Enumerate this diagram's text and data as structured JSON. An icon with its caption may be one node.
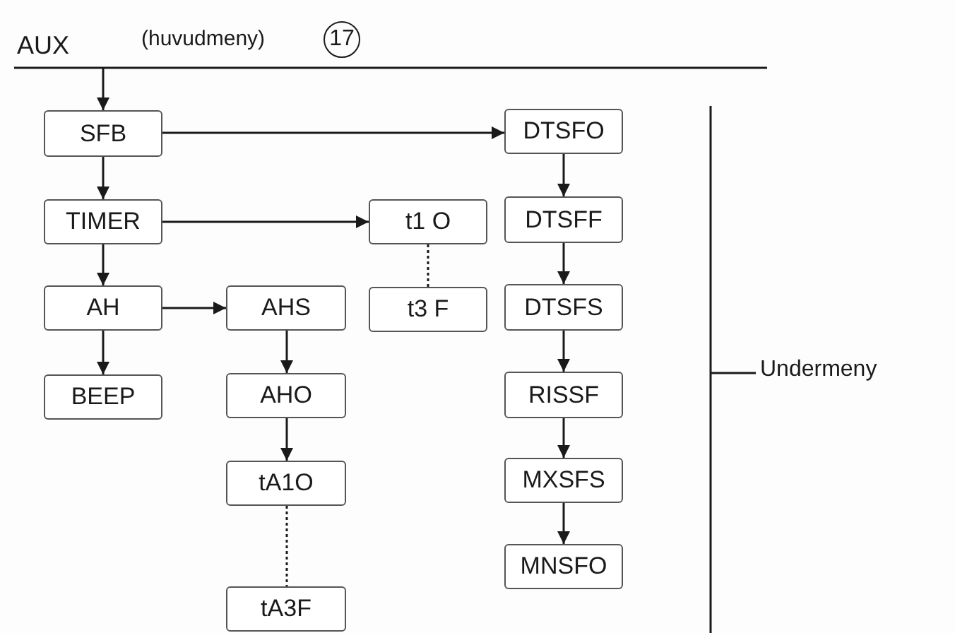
{
  "diagram": {
    "nodes": [
      {
        "text": [
          "SFB"
        ]
      },
      {
        "text": [
          "TIMER"
        ]
      },
      {
        "text": [
          "AH"
        ]
      },
      {
        "text": [
          "BEEP"
        ]
      },
      {
        "text": [
          "AHS"
        ]
      },
      {
        "text": [
          "AHO"
        ]
      },
      {
        "text": [
          "tA1O"
        ]
      },
      {
        "text": [
          "tA3F"
        ]
      },
      {
        "text": [
          "t1 O"
        ]
      },
      {
        "text": [
          "t3 F"
        ]
      },
      {
        "text": [
          "DTSFO"
        ]
      },
      {
        "text": [
          "DTSFF"
        ]
      },
      {
        "text": [
          "DTSFS"
        ]
      },
      {
        "text": [
          "RISSF"
        ]
      },
      {
        "text": [
          "MXSFS"
        ]
      },
      {
        "text": [
          "MNSFO"
        ]
      }
    ],
    "edges": [
      {
        "from": null,
        "to": 0,
        "arrow": "to"
      },
      {
        "from": 0,
        "to": 1,
        "arrow": "to"
      },
      {
        "from": 1,
        "to": 2,
        "arrow": "to"
      },
      {
        "from": 2,
        "to": 3,
        "arrow": "to"
      },
      {
        "from": 0,
        "to": 10,
        "arrow": "to"
      },
      {
        "from": 1,
        "to": 8,
        "arrow": "to"
      },
      {
        "from": 8,
        "to": 9,
        "arrow": "none",
        "style": "dashed"
      },
      {
        "from": 2,
        "to": 4,
        "arrow": "to"
      },
      {
        "from": 4,
        "to": 5,
        "arrow": "to"
      },
      {
        "from": 5,
        "to": 6,
        "arrow": "to"
      },
      {
        "from": 6,
        "to": 7,
        "arrow": "none",
        "style": "dashed"
      },
      {
        "from": 10,
        "to": 11,
        "arrow": "to"
      },
      {
        "from": 11,
        "to": 12,
        "arrow": "to"
      },
      {
        "from": 12,
        "to": 13,
        "arrow": "to"
      },
      {
        "from": 13,
        "to": 14,
        "arrow": "to"
      },
      {
        "from": 14,
        "to": 15,
        "arrow": "to"
      }
    ],
    "labels": [
      "AUX",
      "(huvudmeny)",
      "17",
      "Undermeny"
    ]
  }
}
